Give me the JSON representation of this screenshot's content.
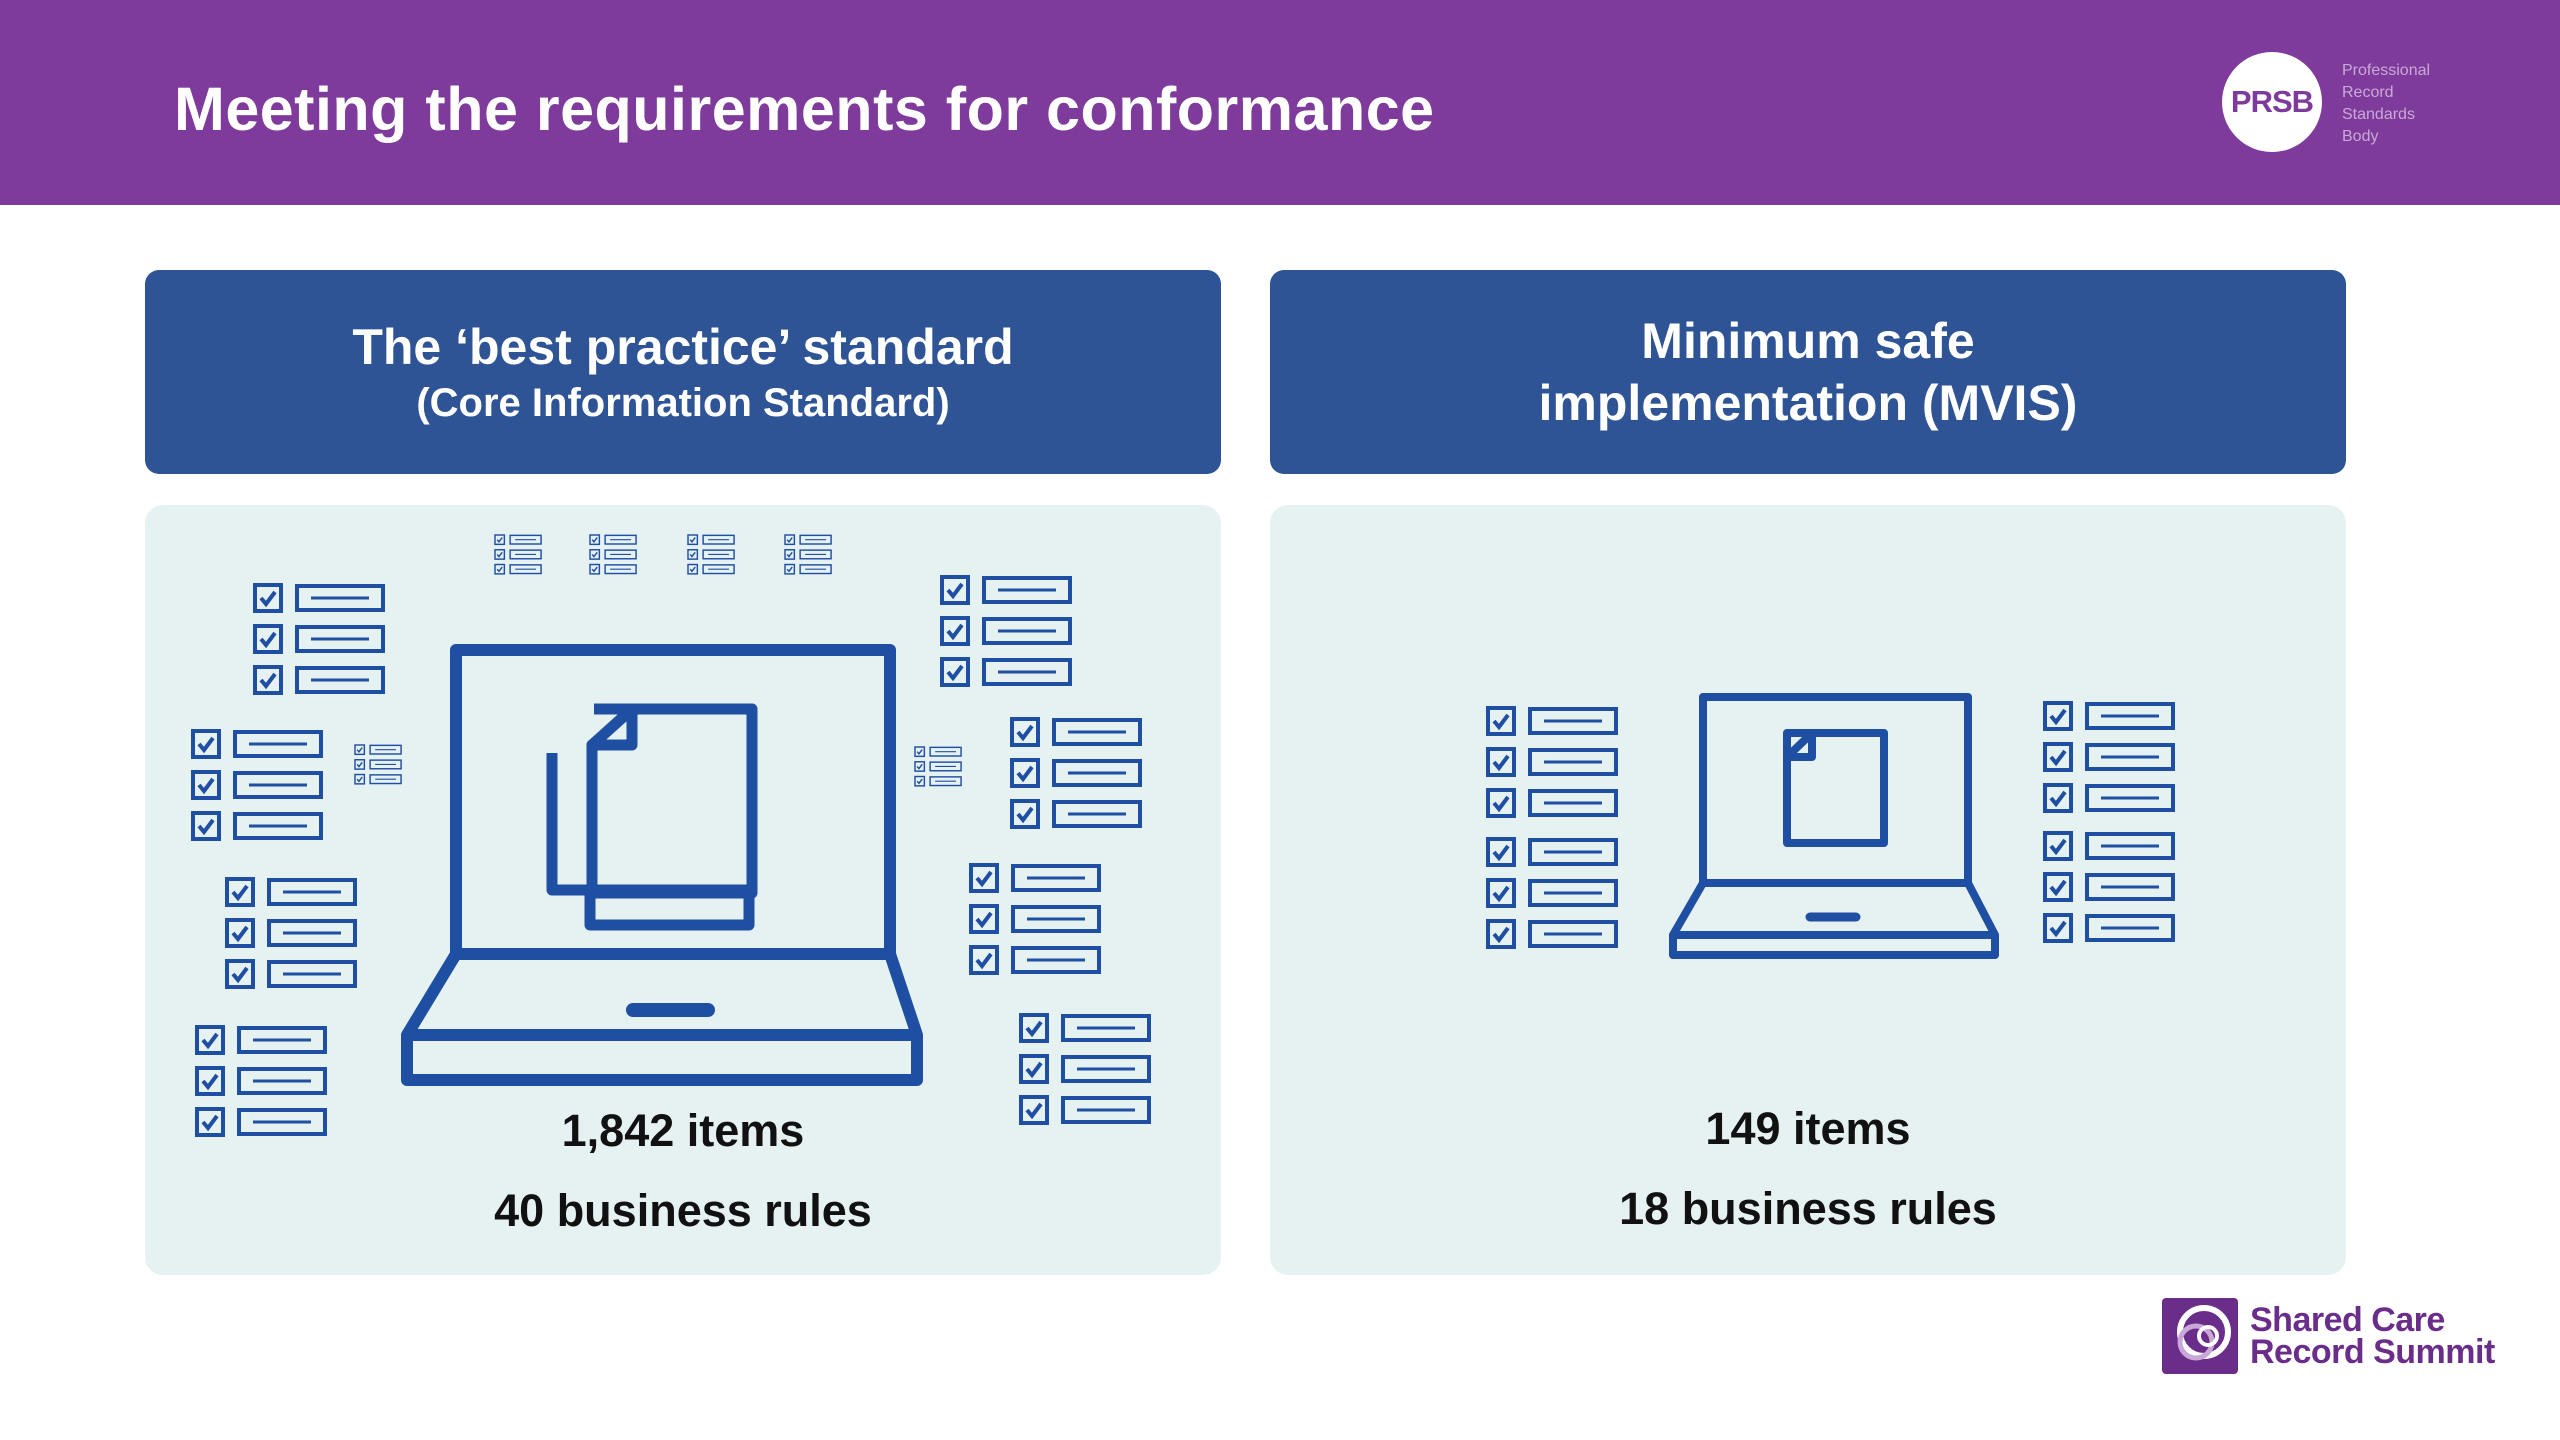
{
  "header": {
    "title": "Meeting the requirements for conformance",
    "logo_abbr": "PRSB",
    "logo_name_lines": [
      "Professional",
      "Record",
      "Standards",
      "Body"
    ]
  },
  "left_column": {
    "title": "The ‘best practice’ standard",
    "subtitle": "(Core Information Standard)",
    "items": "1,842 items",
    "rules": "40 business rules"
  },
  "right_column": {
    "title_line1": "Minimum safe",
    "title_line2": "implementation (MVIS)",
    "items": "149 items",
    "rules": "18 business rules"
  },
  "footer": {
    "line1": "Shared Care",
    "line2": "Record Summit"
  },
  "colors": {
    "header_bg": "#7f3b9b",
    "column_header_bg": "#2e5496",
    "panel_bg": "#e6f1f2",
    "icon_stroke": "#1f4fa3",
    "footer_brand": "#6b2d8a"
  },
  "icons": [
    "laptop-icon",
    "document-icon",
    "checklist-icon",
    "prsb-logo",
    "shared-care-record-summit-logo"
  ]
}
